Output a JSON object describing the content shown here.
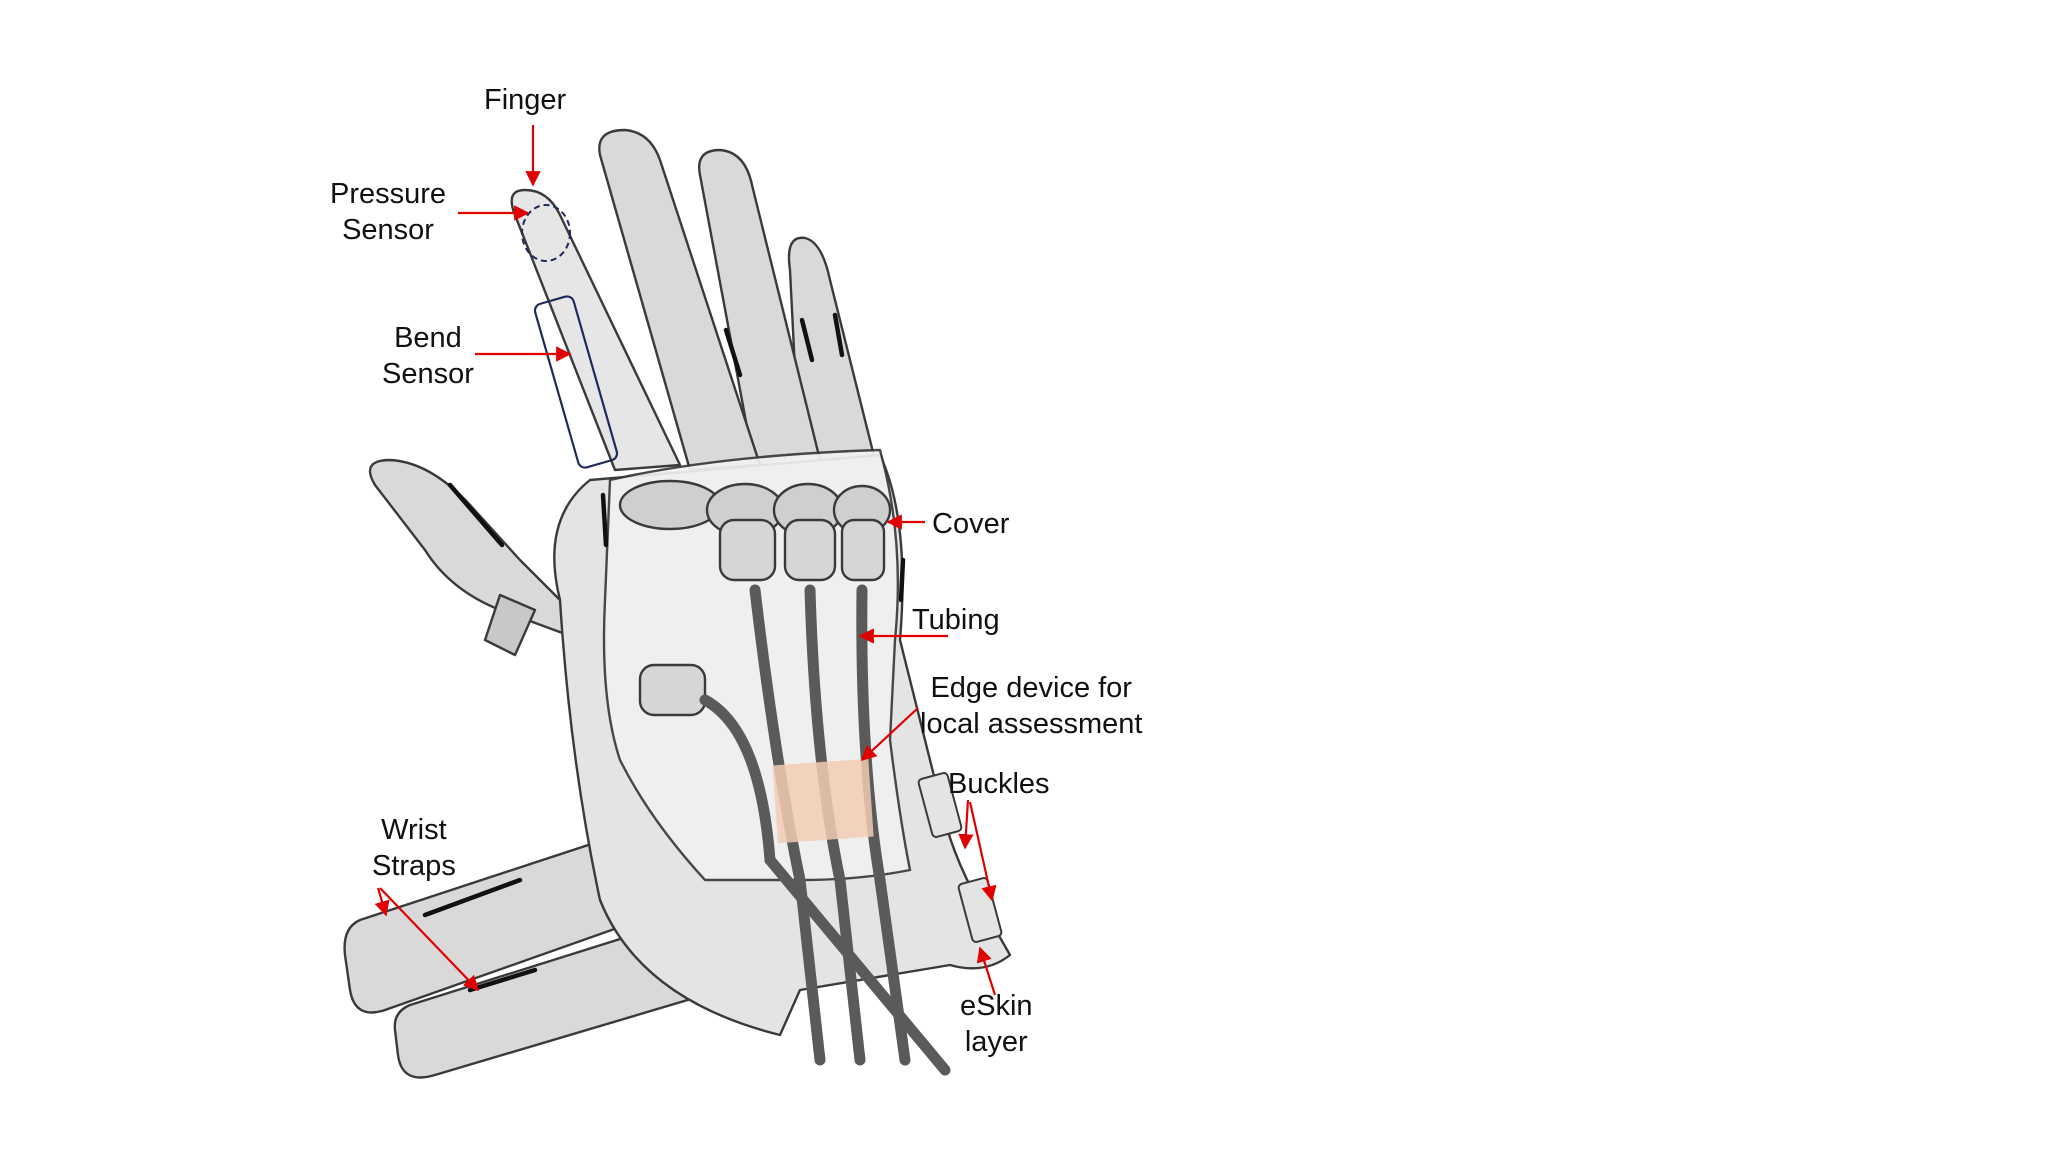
{
  "labels": {
    "finger": "Finger",
    "pressure_sensor": [
      "Pressure",
      "Sensor"
    ],
    "bend_sensor": [
      "Bend",
      "Sensor"
    ],
    "cover": "Cover",
    "tubing": "Tubing",
    "edge_device": [
      "Edge device for",
      "local assessment"
    ],
    "buckles": "Buckles",
    "wrist_straps": [
      "Wrist",
      "Straps"
    ],
    "eskin_layer": [
      "eSkin",
      "layer"
    ]
  },
  "colors": {
    "arrow": "#e00000",
    "outline": "#3a3a3a",
    "glove_fill": "#d9d9d9",
    "cover_fill": "#f1f1f1",
    "tubing": "#5a5a5a",
    "edge_device": "#f2cdb3",
    "sensor_outline": "#1f2a5a",
    "stitch": "#111111"
  }
}
